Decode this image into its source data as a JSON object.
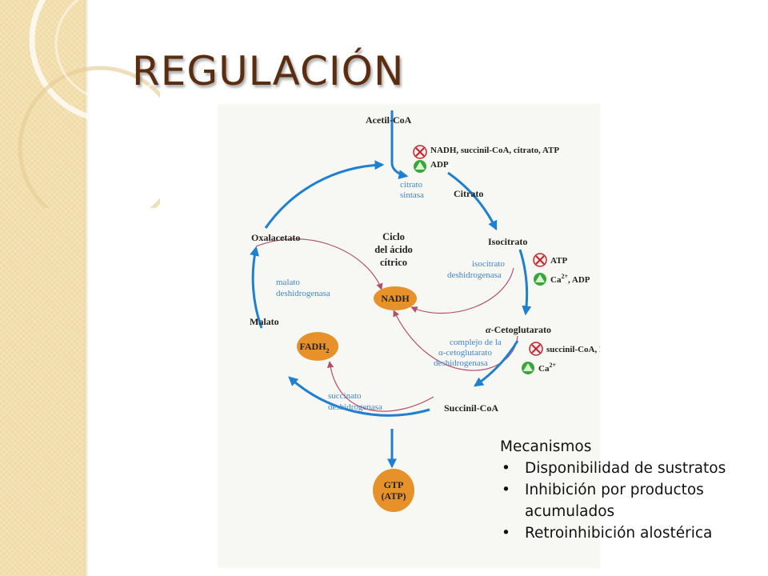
{
  "slide": {
    "title": "REGULACIÓN"
  },
  "diagram": {
    "metabolites": {
      "acetyl_coa": "Acetil-CoA",
      "citrate": "Citrato",
      "isocitrate": "Isocitrato",
      "alpha_ketoglutarate": "-Cetoglutarato",
      "alpha_symbol": "α",
      "succinyl_coa": "Succinil-CoA",
      "malate": "Malato",
      "oxaloacetate": "Oxalacetato"
    },
    "center_label": [
      "Ciclo",
      "del ácido",
      "cítrico"
    ],
    "enzymes": {
      "citrate_synthase": [
        "citrato",
        "sintasa"
      ],
      "isocitrate_dh": [
        "isocitrato",
        "deshidrogenasa"
      ],
      "akg_dh": [
        "complejo de la",
        "α-cetoglutarato",
        "deshidrogenasa"
      ],
      "succinate_dh": [
        "succinato",
        "deshidrogenasa"
      ],
      "malate_dh": [
        "malato",
        "deshidrogenasa"
      ]
    },
    "products": {
      "nadh": "NADH",
      "fadh2": "FADH",
      "fadh2_sub": "2",
      "gtp": [
        "GTP",
        "(ATP)"
      ]
    },
    "regulation": {
      "citrate_synthase_inhibitors": "NADH, succinil-CoA, citrato, ATP",
      "citrate_synthase_activators": "ADP",
      "isocitrate_dh_inhibitors": "ATP",
      "isocitrate_dh_activators_ion": "Ca",
      "isocitrate_dh_activators_charge": "2+",
      "isocitrate_dh_activators_rest": ", ADP",
      "akg_dh_inhibitors": "succinil-CoA, NADH",
      "akg_dh_activators_ion": "Ca",
      "akg_dh_activators_charge": "2+"
    },
    "colors": {
      "cycle_arrow": "#1f7fd0",
      "thin_arrow": "#b2506a",
      "product_fill": "#e7912a",
      "inhibitor": "#c0262e",
      "activator": "#3aa53a"
    },
    "icons": {
      "inhibitor": "inhibitor-x-icon",
      "activator": "activator-triangle-icon"
    }
  },
  "mechanisms": {
    "heading": "Mecanismos",
    "bullet": "•",
    "items": [
      [
        "Disponibilidad de sustratos"
      ],
      [
        "Inhibición por productos",
        "acumulados"
      ],
      [
        "Retroinhibición alostérica"
      ]
    ]
  }
}
